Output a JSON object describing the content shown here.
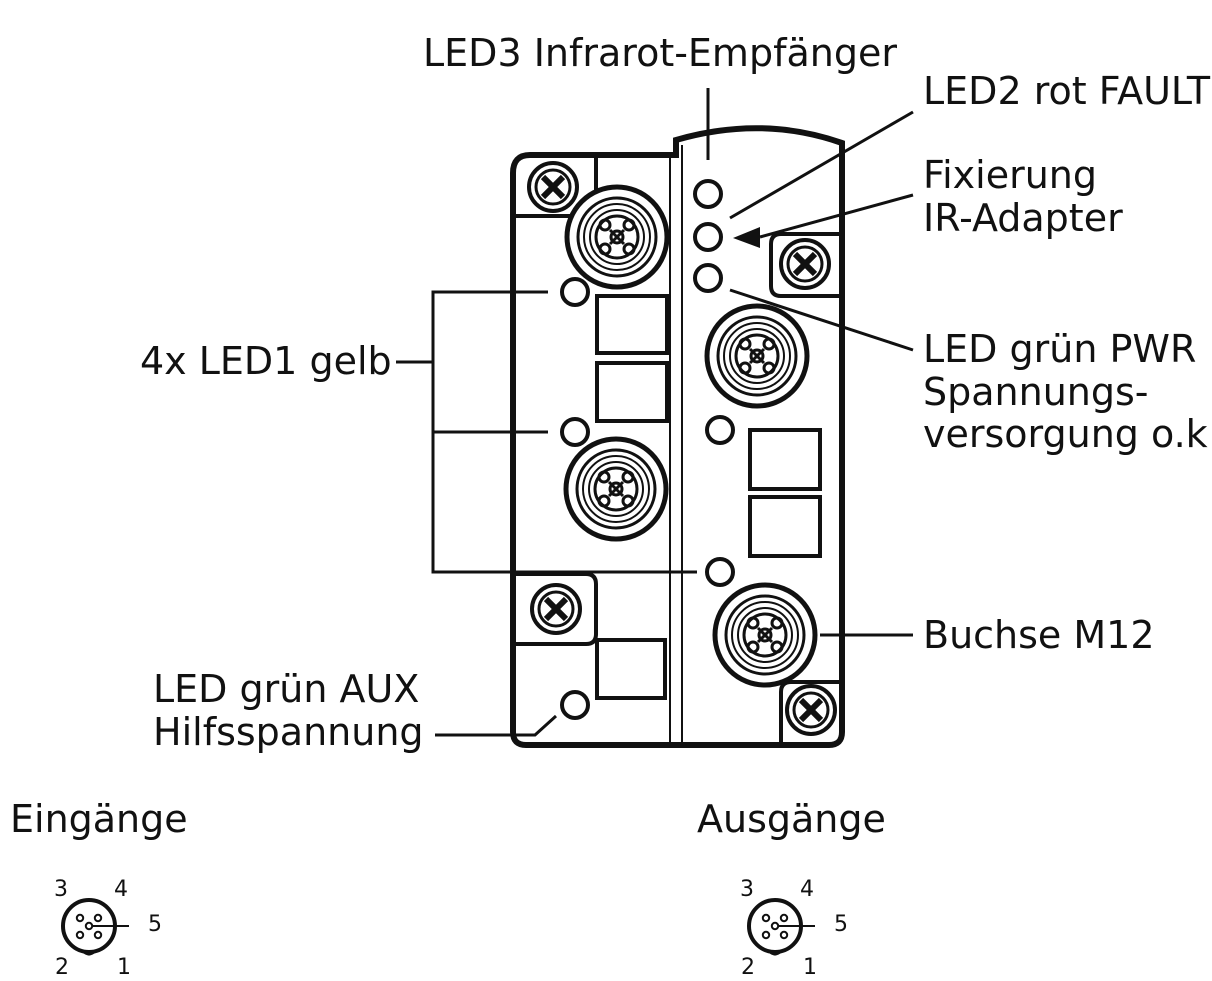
{
  "labels": {
    "led3": "LED3 Infrarot-Empfänger",
    "led2": "LED2 rot FAULT",
    "fix_line1": "Fixierung",
    "fix_line2": "IR-Adapter",
    "led1": "4x LED1 gelb",
    "pwr_line1": "LED grün PWR",
    "pwr_line2": "Spannungs-",
    "pwr_line3": "versorgung o.k",
    "buchse": "Buchse M12",
    "aux_line1": "LED grün AUX",
    "aux_line2": "Hilfsspannung"
  },
  "sections": {
    "inputs": "Eingänge",
    "outputs": "Ausgänge"
  },
  "pins": {
    "p1": "1",
    "p2": "2",
    "p3": "3",
    "p4": "4",
    "p5": "5"
  },
  "colors": {
    "stroke": "#111111",
    "background": "#ffffff"
  }
}
